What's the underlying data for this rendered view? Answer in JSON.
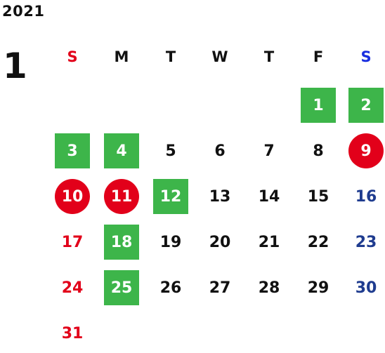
{
  "year": "2021",
  "month": "1",
  "colors": {
    "sunday": "#e2001a",
    "saturday_header": "#1a2fe0",
    "saturday_day": "#1f3c8f",
    "highlight_box": "#3db54a",
    "highlight_circle": "#e2001a"
  },
  "weekdays": [
    "S",
    "M",
    "T",
    "W",
    "T",
    "F",
    "S"
  ],
  "weeks": [
    [
      null,
      null,
      null,
      null,
      null,
      {
        "label": "1",
        "mark": "box"
      },
      {
        "label": "2",
        "mark": "box"
      }
    ],
    [
      {
        "label": "3",
        "mark": "box"
      },
      {
        "label": "4",
        "mark": "box"
      },
      {
        "label": "5"
      },
      {
        "label": "6"
      },
      {
        "label": "7"
      },
      {
        "label": "8"
      },
      {
        "label": "9",
        "mark": "circle"
      }
    ],
    [
      {
        "label": "10",
        "mark": "circle"
      },
      {
        "label": "11",
        "mark": "circle"
      },
      {
        "label": "12",
        "mark": "box"
      },
      {
        "label": "13"
      },
      {
        "label": "14"
      },
      {
        "label": "15"
      },
      {
        "label": "16"
      }
    ],
    [
      {
        "label": "17"
      },
      {
        "label": "18",
        "mark": "box"
      },
      {
        "label": "19"
      },
      {
        "label": "20"
      },
      {
        "label": "21"
      },
      {
        "label": "22"
      },
      {
        "label": "23"
      }
    ],
    [
      {
        "label": "24"
      },
      {
        "label": "25",
        "mark": "box"
      },
      {
        "label": "26"
      },
      {
        "label": "27"
      },
      {
        "label": "28"
      },
      {
        "label": "29"
      },
      {
        "label": "30"
      }
    ],
    [
      {
        "label": "31"
      },
      null,
      null,
      null,
      null,
      null,
      null
    ]
  ]
}
